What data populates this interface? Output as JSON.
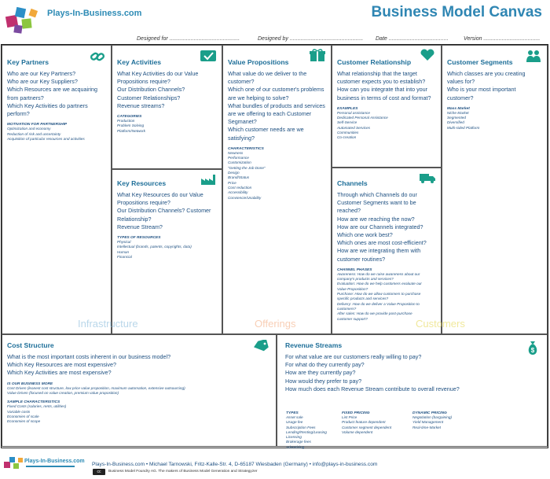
{
  "header": {
    "brand": "Plays-In-Business.com",
    "title": "Business Model Canvas",
    "designed_for": "Designed for ..............................................",
    "designed_by": "Designed by ................................................",
    "date": "Date .......................................",
    "version": "Version ....................................."
  },
  "key_partners": {
    "title": "Key Partners",
    "questions": [
      "Who are our Key Partners?",
      "Who are our Key Suppliers?",
      "Which Resources are we acquairing from partners?",
      "Which Key Activities do partners perform?"
    ],
    "sub_title": "MOTIVATION FOR PARTNERSHIP",
    "items": [
      "Optimization and economy",
      "Reduction of risk and uncertainty",
      "Acquisition of particular resources and activities"
    ]
  },
  "key_activities": {
    "title": "Key Activities",
    "questions": [
      "What Key Activities do our Value Propositions require?",
      "Our Distribution Channels?",
      "Customer Relationships?",
      "Revenue streams?"
    ],
    "sub_title": "CATEGORIES",
    "items": [
      "Production",
      "Problem Solving",
      "Platform/Network"
    ]
  },
  "key_resources": {
    "title": "Key Resources",
    "questions": [
      "What Key Resources do our Value Propositions require?",
      "Our Distribution Channels? Customer Relationship?",
      "Revenue Stream?"
    ],
    "sub_title": "TYPES OF RESOURCES",
    "items": [
      "Physical",
      "Intellectual (brands, patents, copyrights, data)",
      "Human",
      "Financial"
    ]
  },
  "value_propositions": {
    "title": "Value Propositions",
    "questions": [
      "What value do we deliver to the customer?",
      "Which one of our customer's problems are we helping to solve?",
      "What bundles of products and services are we offering to each Customer Segmanet?",
      "Which customer needs are we satisfying?"
    ],
    "sub_title": "CHARACTERISTICS",
    "items": [
      "Newness",
      "Performance",
      "Customization",
      "\"Getting the Job Done\"",
      "Design",
      "Brand/Status",
      "Price",
      "Cost reduction",
      "Accessibility",
      "Conviencie/Usability"
    ]
  },
  "customer_relationship": {
    "title": "Customer Relationship",
    "questions": [
      "What relationship that the target customer expects you to establish?",
      "How can you integrate that into your business in terms of cost and format?"
    ],
    "sub_title": "EXAMPLES",
    "items": [
      "Personal assistance",
      "Dedicated Personal Assistance",
      "Self-Service",
      "Automated Services",
      "Communities",
      "Co-creation"
    ]
  },
  "channels": {
    "title": "Channels",
    "questions": [
      "Through which Channels do our Customer Segments want to be reached?",
      "How are we reaching the now?",
      "How are our Channels integrated?",
      "Which one work best?",
      "Which ones are most cost-efficient?",
      "How are we integrating them with customer routines?"
    ],
    "sub_title": "CHANNEL PHASES",
    "items": [
      "Awareness: How do we raise awareness about our",
      "company's products and services?",
      "Evaluation: How do we help customers evaluate our",
      "Value Proposition?",
      "Purchase: How do we allow customers to purchase",
      "specific products and services?",
      "Delivery: How do we deliver a Value Proposition to",
      "customers?",
      "After sales: How do we provide post-purchase",
      "customer support?"
    ]
  },
  "customer_segments": {
    "title": "Customer Segments",
    "questions": [
      "Which classes are you creating values for?",
      "Who is your most important customer?"
    ],
    "sub_title": "Mass Market",
    "items": [
      "Niche Market",
      "Segmented",
      "Diversified",
      "Multi-sided Platform"
    ]
  },
  "watermarks": {
    "infrastructure": "Infrastructure",
    "offerings": "Offerings",
    "customers": "Customers"
  },
  "cost_structure": {
    "title": "Cost Structure",
    "questions": [
      "What is the most important costs inherent in our business model?",
      "Which Key Resources are most expensive?",
      "Which Key Activities are most expensive?"
    ],
    "sub_title": "IS OUR BUSINESS MORE",
    "items": [
      "Cost Driven (leanest cost structure, low price value proposition, maximum automation, extensive outsourcing)",
      "Value Driven (focused on value creation, premium value proposition)"
    ],
    "sub_title2": "SAMPLE CHARACTERISTICS",
    "items2": [
      "Fixed Costs (salaries, rents, utilities)",
      "Variable costs",
      "Economies of scale",
      "Economies of scope"
    ]
  },
  "revenue_streams": {
    "title": "Revenue Streams",
    "questions": [
      "For what value are our customers really willing to pay?",
      "For what do they currently pay?",
      "How are they currently pay?",
      "How would they prefer to pay?",
      "How much does each Revenue Stream contribute to overall revenue?"
    ],
    "types_title": "TYPES",
    "types": [
      "Asset sale",
      "Usage fee",
      "Subscription Fees",
      "Lending/Renting/Leasing",
      "Licensing",
      "Brokerage fees",
      "Advertising"
    ],
    "fixed_title": "FIXED PRICING",
    "fixed": [
      "List Price",
      "Product feature dependent",
      "Customer segment dependent",
      "Volume dependent"
    ],
    "dynamic_title": "DYNAMIC PRICING",
    "dynamic": [
      "Negotiation (bargaining)",
      "Yield Management",
      "Real-time-Market"
    ]
  },
  "footer": {
    "line1": "Plays-In-Business.com • Michael Tarnowski, Fritz-Kalle-Str. 4, D-65187 Wiesbaden (Germany) • info@plays-in-business.com",
    "line2": "Business Model Foundry AG. The makers of Business Model Generation and Strategyzer",
    "brand": "Plays-In-Business.com",
    "cc": "cc"
  },
  "colors": {
    "heading": "#1d6e98",
    "text": "#1d4f80",
    "infrastructure": "#7fb6d8",
    "offerings": "#f3a77a",
    "customers": "#e4d64a",
    "icon_green": "#1a9e8a"
  }
}
